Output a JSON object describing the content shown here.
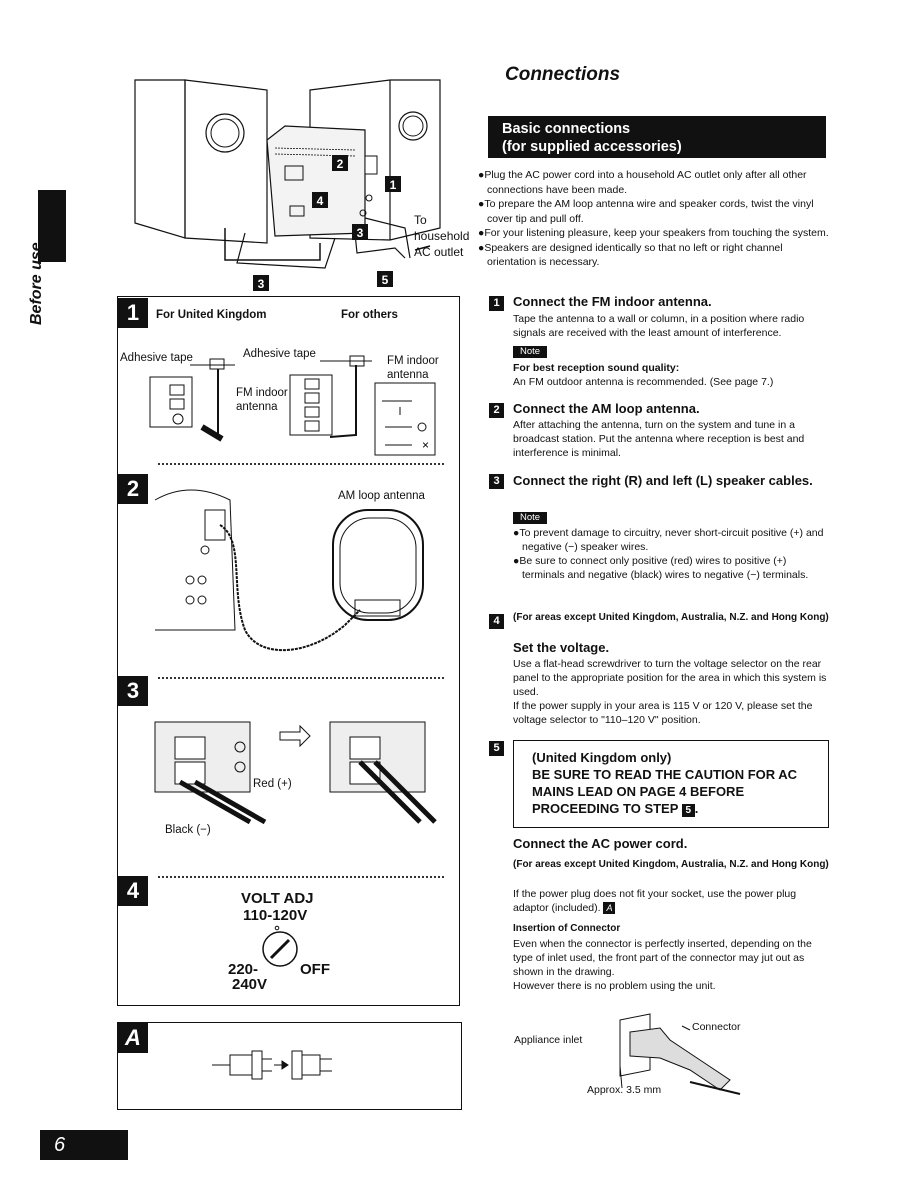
{
  "sidebar": {
    "section_label": "Before use",
    "page_number": "6"
  },
  "top_diagram": {
    "step_markers": [
      "2",
      "1",
      "4",
      "3",
      "3",
      "5"
    ],
    "outlet_label": "To household AC outlet"
  },
  "panel": {
    "step1": {
      "number": "1",
      "for_uk": "For United Kingdom",
      "for_others": "For others",
      "adhesive_tape_left": "Adhesive tape",
      "adhesive_tape_right": "Adhesive tape",
      "fm_indoor_antenna_left": "FM indoor antenna",
      "fm_indoor_antenna_right": "FM indoor antenna"
    },
    "step2": {
      "number": "2",
      "am_loop_antenna": "AM loop antenna"
    },
    "step3": {
      "number": "3",
      "red": "Red (+)",
      "black": "Black (−)"
    },
    "step4": {
      "number": "4",
      "volt_adj": "VOLT ADJ",
      "v110": "110-120V",
      "v220": "220-",
      "v240": "240V",
      "off": "OFF"
    },
    "stepA": {
      "letter": "A"
    }
  },
  "right": {
    "title": "Connections",
    "banner_line1": "Basic connections",
    "banner_line2": "(for supplied accessories)",
    "bullets": [
      "●Plug the AC power cord into a household AC outlet only after all other connections have been made.",
      "●To prepare the AM loop antenna wire and speaker cords, twist the vinyl cover tip and pull off.",
      "●For your listening pleasure, keep your speakers from touching the system.",
      "●Speakers are designed identically so that no left or right channel orientation is necessary."
    ],
    "s1": {
      "num": "1",
      "heading": "Connect the FM indoor antenna.",
      "body": "Tape the antenna to a wall or column, in a position where radio signals are received with the least amount of interference.",
      "note_label": "Note",
      "note_heading": "For best reception sound quality:",
      "note_body": "An FM outdoor antenna is recommended. (See page 7.)"
    },
    "s2": {
      "num": "2",
      "heading": "Connect the AM loop antenna.",
      "body": "After attaching the antenna, turn on the system and tune in a broadcast station. Put the antenna where reception is best and interference is minimal."
    },
    "s3": {
      "num": "3",
      "heading": "Connect the right (R) and left (L) speaker cables.",
      "note_label": "Note",
      "note1": "●To prevent damage to circuitry, never short-circuit positive (+) and negative (−) speaker wires.",
      "note2": "●Be sure to connect only positive (red) wires to positive (+) terminals and negative (black) wires to negative (−) terminals."
    },
    "s4": {
      "num": "4",
      "areas": "(For areas except United Kingdom, Australia, N.Z. and Hong Kong)",
      "heading": "Set the voltage.",
      "body1": "Use a flat-head screwdriver to turn the voltage selector on the rear panel to the appropriate position for the area in which this system is used.",
      "body2": "If the power supply in your area is 115 V or 120 V, please set the voltage selector to \"110–120 V\" position."
    },
    "s5": {
      "num": "5",
      "box_line1": "(United Kingdom only)",
      "box_line2": "BE SURE TO READ THE CAUTION FOR AC MAINS LEAD ON PAGE 4 BEFORE PROCEEDING TO STEP",
      "box_step": "5",
      "heading": "Connect the AC power cord.",
      "areas": "(For areas except United Kingdom, Australia, N.Z. and Hong Kong)",
      "body1": "If the power plug does not fit your socket, use the power plug adaptor (included).",
      "body1_ref": "A",
      "insertion_heading": "Insertion of Connector",
      "insertion_body": "Even when the connector is perfectly inserted, depending on the type of inlet used, the front part of the connector may jut out as shown in the drawing.",
      "insertion_body2": "However there is no problem using the unit.",
      "diagram": {
        "connector": "Connector",
        "appliance_inlet": "Appliance inlet",
        "approx": "Approx. 3.5 mm"
      }
    }
  }
}
